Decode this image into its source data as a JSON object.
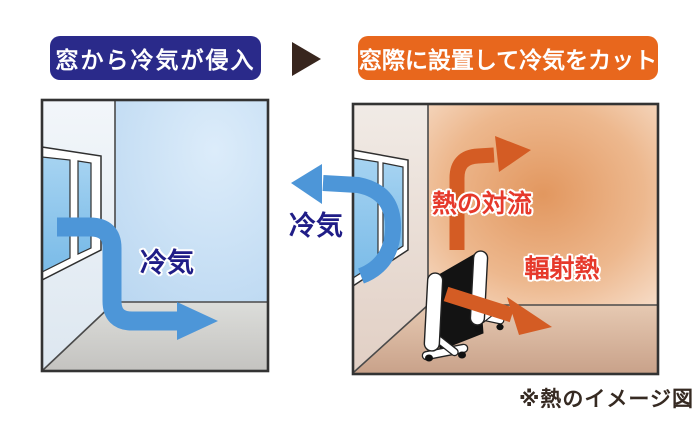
{
  "header": {
    "before_label": "窓から冷気が侵入",
    "after_label": "窓際に設置して冷気をカット"
  },
  "left_room": {
    "cold_air_label": "冷気"
  },
  "center_gap": {
    "cold_air_label": "冷気"
  },
  "right_room": {
    "convection_label": "熱の対流",
    "radiant_label": "輻射熱"
  },
  "footnote": "※熱のイメージ図",
  "colors": {
    "badge_blue": "#2a2a8a",
    "badge_orange": "#e8671d",
    "step_triangle_brown": "#38261e",
    "cold_arrow_blue": "#4d96d8",
    "heat_arrow_orange": "#d45c24",
    "cold_label_navy": "#201d87",
    "heat_label_red": "#e6392b",
    "footnote_brown": "#362a22"
  }
}
